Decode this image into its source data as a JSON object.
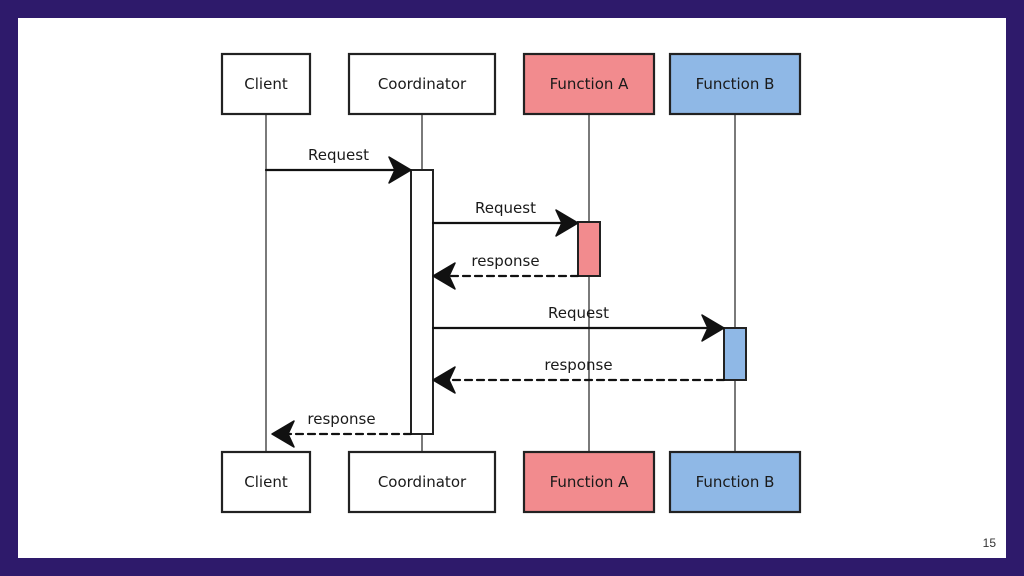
{
  "participants": [
    {
      "id": "client",
      "label": "Client",
      "fill": "#ffffff"
    },
    {
      "id": "coordinator",
      "label": "Coordinator",
      "fill": "#ffffff"
    },
    {
      "id": "function_a",
      "label": "Function A",
      "fill": "#f28b8e"
    },
    {
      "id": "function_b",
      "label": "Function B",
      "fill": "#8fb8e6"
    }
  ],
  "messages": [
    {
      "from": "client",
      "to": "coordinator",
      "label": "Request",
      "style": "solid"
    },
    {
      "from": "coordinator",
      "to": "function_a",
      "label": "Request",
      "style": "solid"
    },
    {
      "from": "function_a",
      "to": "coordinator",
      "label": "response",
      "style": "dashed"
    },
    {
      "from": "coordinator",
      "to": "function_b",
      "label": "Request",
      "style": "solid"
    },
    {
      "from": "function_b",
      "to": "coordinator",
      "label": "response",
      "style": "dashed"
    },
    {
      "from": "coordinator",
      "to": "client",
      "label": "response",
      "style": "dashed"
    }
  ],
  "page_number": "15"
}
